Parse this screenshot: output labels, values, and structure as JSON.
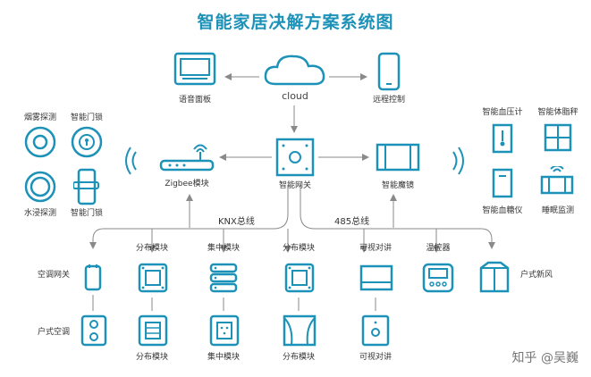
{
  "title": "智能家居决解方案系统图",
  "top": {
    "cloud": "cloud",
    "voice_panel": "语音面板",
    "remote": "远程控制"
  },
  "left": {
    "smoke": "烟雾探测",
    "door_lock_1": "智能门锁",
    "water": "水浸探测",
    "door_lock_2": "智能门锁",
    "zigbee": "Zigbee模块"
  },
  "center": {
    "gateway": "智能网关",
    "mirror": "智能魔镜"
  },
  "right": {
    "bp": "智能血压计",
    "scale": "智能体脂秤",
    "glucose": "智能血糖仪",
    "sleep": "睡眠监测"
  },
  "bus": {
    "knx": "KNX总线",
    "b485": "485总线"
  },
  "row1": {
    "ac_gateway": "空调网关",
    "dist1": "分布模块",
    "central1": "集中模块",
    "dist2": "分布模块",
    "intercom1": "可视对讲",
    "thermostat": "温控器",
    "fresh_air": "户式新风"
  },
  "row2": {
    "home_ac": "户式空调",
    "dist3": "分布模块",
    "central2": "集中模块",
    "dist4": "分布模块",
    "intercom2": "可视对讲"
  },
  "watermark": "知乎 @吴巍",
  "colors": {
    "accent": "#1d92b8",
    "line": "#8a8a8a"
  }
}
